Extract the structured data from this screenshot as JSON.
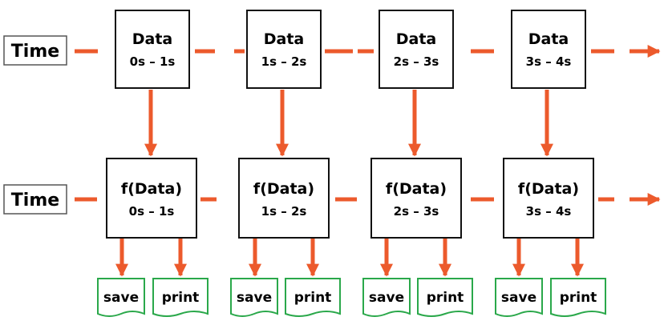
{
  "timeline": {
    "label": "Time",
    "arrow_color": "#ec5a2c",
    "doc_border_color": "#2aa84a"
  },
  "chunks": [
    {
      "title": "Data",
      "range": "0s – 1s",
      "f_title": "f(Data)",
      "f_range": "0s – 1s",
      "outputs": [
        "save",
        "print"
      ]
    },
    {
      "title": "Data",
      "range": "1s – 2s",
      "f_title": "f(Data)",
      "f_range": "1s – 2s",
      "outputs": [
        "save",
        "print"
      ]
    },
    {
      "title": "Data",
      "range": "2s – 3s",
      "f_title": "f(Data)",
      "f_range": "2s – 3s",
      "outputs": [
        "save",
        "print"
      ]
    },
    {
      "title": "Data",
      "range": "3s – 4s",
      "f_title": "f(Data)",
      "f_range": "3s – 4s",
      "outputs": [
        "save",
        "print"
      ]
    }
  ]
}
